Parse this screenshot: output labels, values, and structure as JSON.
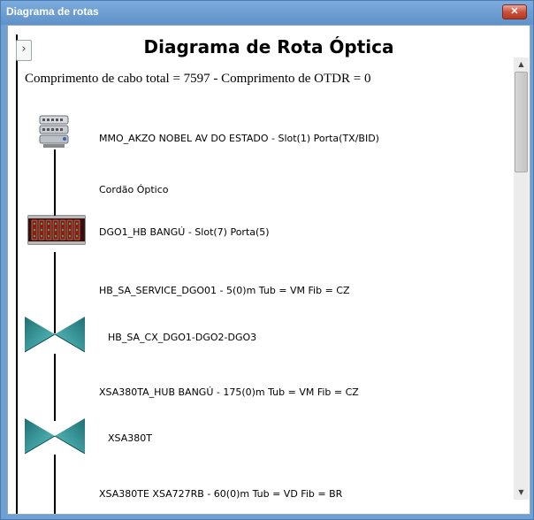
{
  "window": {
    "title": "Diagrama de rotas",
    "close_label": "✕"
  },
  "diagram": {
    "title": "Diagrama de Rota Óptica",
    "summary": "Comprimento de cabo total = 7597 - Comprimento de OTDR = 0",
    "collapse_glyph": "›",
    "nodes": [
      {
        "label": "MMO_AKZO NOBEL AV DO ESTADO - Slot(1) Porta(TX/BID)",
        "icon": "switch-icon"
      },
      {
        "label": "Cordão Óptico"
      },
      {
        "label": "DGO1_HB BANGÚ - Slot(7) Porta(5)",
        "icon": "patch-panel-icon"
      },
      {
        "label": "HB_SA_SERVICE_DGO01 - 5(0)m Tub = VM Fib = CZ"
      },
      {
        "label": "HB_SA_CX_DGO1-DGO2-DGO3",
        "icon": "splice-box-icon"
      },
      {
        "label": "XSA380TA_HUB BANGÚ - 175(0)m Tub = VM Fib = CZ"
      },
      {
        "label": "XSA380T",
        "icon": "splice-box-icon"
      },
      {
        "label": "XSA380TE  XSA727RB - 60(0)m Tub = VD Fib = BR"
      }
    ]
  },
  "scrollbar": {
    "up_glyph": "▲",
    "down_glyph": "▼"
  },
  "colors": {
    "titlebar": "#6ea0d4",
    "close_button": "#c9503c",
    "splice_box": "#2a8a8e",
    "patch_panel": "#8b1a1a"
  }
}
